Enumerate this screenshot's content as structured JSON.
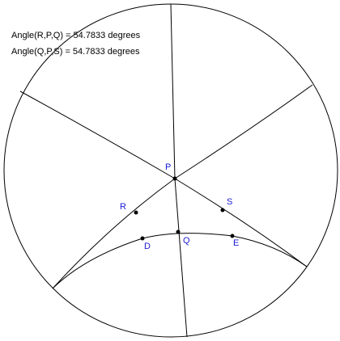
{
  "measurements": [
    "Angle(R,P,Q) = 54.7833 degrees",
    "Angle(Q,P,S) = 54.7833 degrees"
  ],
  "points": {
    "P": "P",
    "Q": "Q",
    "R": "R",
    "S": "S",
    "D": "D",
    "E": "E"
  },
  "colors": {
    "stroke": "#000000",
    "label": "#1a1ad6",
    "background": "#ffffff"
  }
}
